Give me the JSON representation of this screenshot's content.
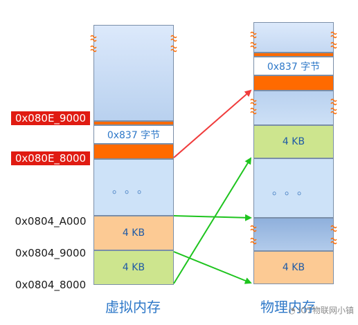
{
  "virtual_memory": {
    "caption": "虚拟内存",
    "bytes_label": "0x837 字节",
    "ellipsis": "。。。",
    "block_4kb_top": "4 KB",
    "block_4kb_bottom": "4 KB"
  },
  "physical_memory": {
    "caption": "物理内存",
    "bytes_label": "0x837 字节",
    "block_4kb_top": "4 KB",
    "ellipsis": "。。。",
    "block_4kb_bottom": "4 KB"
  },
  "addresses": {
    "a_80e9000": "0x080E_9000",
    "a_80e8000": "0x080E_8000",
    "a_804a000": "0x0804_A000",
    "a_8049000": "0x0804_9000",
    "a_8048000": "0x0804_8000"
  },
  "watermark": "IOT物联网小镇",
  "colors": {
    "light_blue": "#c9dff6",
    "orange": "#ff6a00",
    "peach": "#fcca94",
    "green": "#cde58e",
    "blue": "#8fb0dc",
    "red_arrow": "#f03c3c",
    "green_arrow": "#1ec41e"
  }
}
